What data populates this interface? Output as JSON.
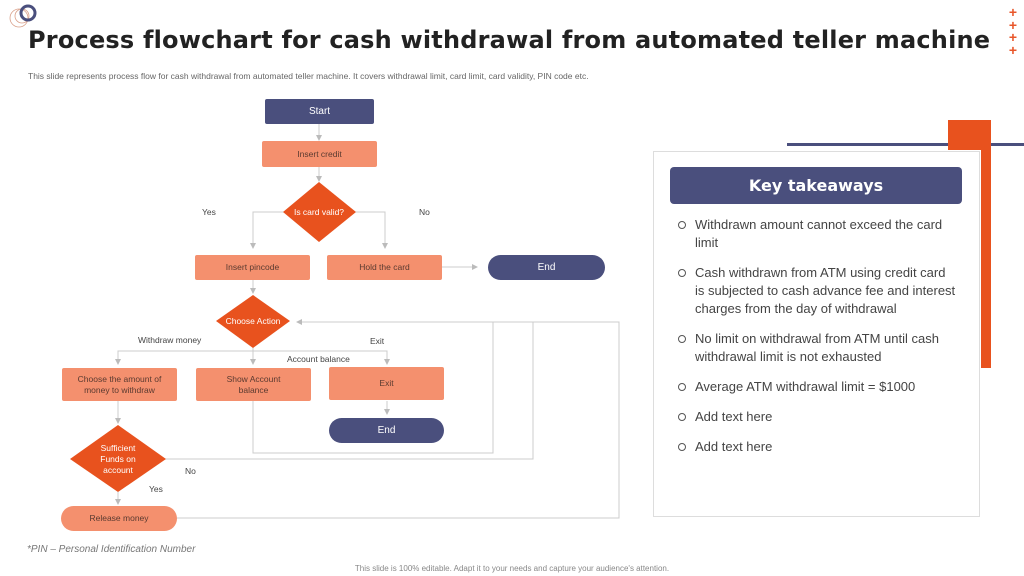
{
  "header": {
    "title": "Process flowchart for cash withdrawal from automated teller machine",
    "subtitle": "This slide represents process flow for cash withdrawal from automated teller machine. It covers withdrawal limit, card limit, card validity, PIN code etc."
  },
  "colors": {
    "navy": "#4a4f7d",
    "salmon": "#f4906e",
    "orange": "#e8521e",
    "connector": "#cccccc"
  },
  "flowchart": {
    "nodes": {
      "start": "Start",
      "insert_credit": "Insert credit",
      "is_card_valid": "Is card valid?",
      "insert_pincode": "Insert pincode",
      "hold_card": "Hold the card",
      "end_1": "End",
      "choose_action": "Choose Action",
      "choose_amount": "Choose the amount of money to withdraw",
      "show_balance": "Show Account balance",
      "exit": "Exit",
      "end_2": "End",
      "sufficient_funds": "Sufficient Funds on account",
      "release_money": "Release money"
    },
    "edge_labels": {
      "valid_yes": "Yes",
      "valid_no": "No",
      "withdraw_money": "Withdraw money",
      "account_balance": "Account balance",
      "exit": "Exit",
      "funds_no": "No",
      "funds_yes": "Yes"
    }
  },
  "key_takeaways": {
    "title": "Key takeaways",
    "items": [
      "Withdrawn amount cannot exceed the card limit",
      "Cash withdrawn from ATM using credit card is subjected to cash advance fee and interest charges from the day of withdrawal",
      "No limit on withdrawal from ATM until cash withdrawal limit is not exhausted",
      "Average ATM withdrawal limit = $1000",
      "Add text here",
      "Add text here"
    ]
  },
  "footnote": "*PIN – Personal Identification Number",
  "footer": "This slide is 100% editable. Adapt it to your needs and capture your audience's attention."
}
